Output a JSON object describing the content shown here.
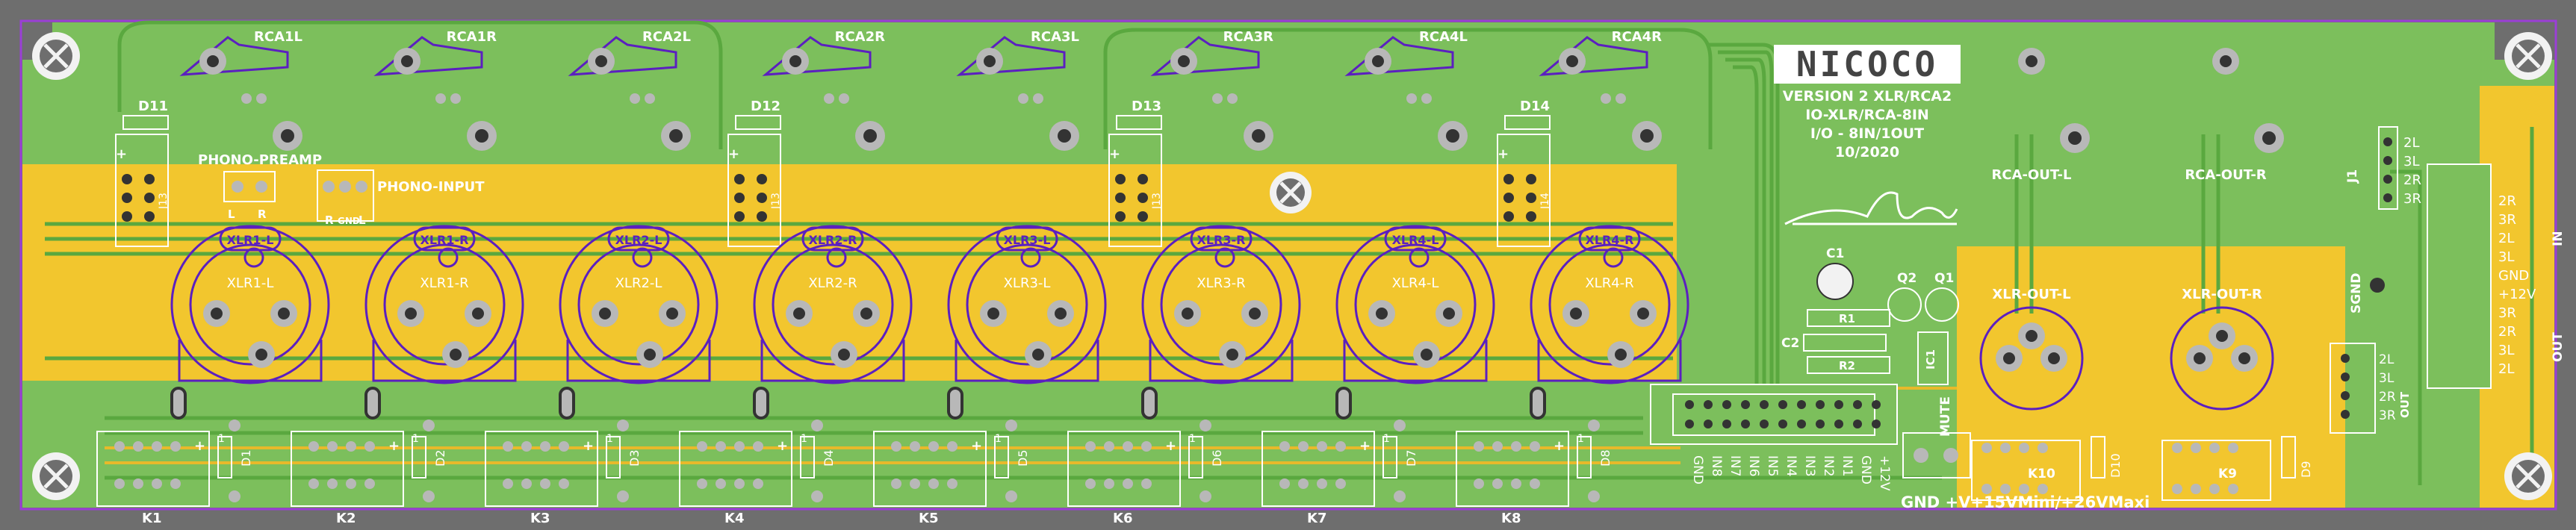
{
  "board": {
    "colors": {
      "background": "#6e6e6e",
      "board_green": "#7cbf5c",
      "copper_yellow": "#f2c62e",
      "silk_white": "#ffffff",
      "outline_violet": "#6a2fd0",
      "pad_grey": "#b8b8b8",
      "pad_dark": "#333333",
      "trace_green": "#5aa83f"
    },
    "rca_inputs": [
      "RCA1L",
      "RCA1R",
      "RCA2L",
      "RCA2R",
      "RCA3L",
      "RCA3R",
      "RCA4L",
      "RCA4R"
    ],
    "diodes_top": [
      "D11",
      "D12",
      "D13",
      "D14"
    ],
    "top_connectors": [
      "J13",
      "J13",
      "J13",
      "J14"
    ],
    "phono": {
      "preamp_label": "PHONO-PREAMP",
      "input_label": "PHONO-INPUT",
      "preamp_pins": [
        "L",
        "R"
      ],
      "input_pins": [
        "R",
        "GND",
        "L"
      ]
    },
    "xlr_inputs": [
      "XLR1-L",
      "XLR1-R",
      "XLR2-L",
      "XLR2-R",
      "XLR3-L",
      "XLR3-R",
      "XLR4-L",
      "XLR4-R"
    ],
    "xlr_tags": [
      "XLR1-L",
      "XLR1-R",
      "XLR2-L",
      "XLR2-R",
      "XLR3-L",
      "XLR3-R",
      "XLR4-L",
      "XLR4-R"
    ],
    "relays": [
      "K1",
      "K2",
      "K3",
      "K4",
      "K5",
      "K6",
      "K7",
      "K8"
    ],
    "relay_diodes": [
      "D1",
      "D2",
      "D3",
      "D4",
      "D5",
      "D6",
      "D7",
      "D8"
    ],
    "logo_text": "NICOCO",
    "version_lines": [
      "VERSION 2 XLR/RCA2",
      "IO-XLR/RCA-8IN",
      "I/O - 8IN/1OUT",
      "10/2020"
    ],
    "rca_outputs": [
      "RCA-OUT-L",
      "RCA-OUT-R"
    ],
    "xlr_outputs": [
      "XLR-OUT-L",
      "XLR-OUT-R"
    ],
    "output_relays": [
      "K10",
      "K9"
    ],
    "output_diodes": [
      "D10",
      "D9"
    ],
    "components": {
      "c1": "C1",
      "c2": "C2",
      "r1": "R1",
      "r2": "R2",
      "q1": "Q1",
      "q2": "Q2",
      "ic1": "IC1",
      "mute": "MUTE"
    },
    "j1": {
      "label": "J1",
      "pins": [
        "2L",
        "3L",
        "2R",
        "3R"
      ],
      "group": "IN"
    },
    "control_header_labels": [
      "GND",
      "IN8",
      "IN7",
      "IN6",
      "IN5",
      "IN4",
      "IN3",
      "IN2",
      "IN1",
      "GND",
      "+12V"
    ],
    "power_label": "GND +V+15VMini/+26VMaxi",
    "side_in_labels": [
      "2R",
      "3R",
      "2L",
      "3L",
      "GND",
      "+12V"
    ],
    "side_in_group": "IN",
    "side_out_labels": [
      "3R",
      "2R",
      "3L",
      "2L"
    ],
    "side_out_group": "OUT",
    "sgnd_label": "SGND",
    "small_out_labels": [
      "2L",
      "3L",
      "2R",
      "3R"
    ],
    "small_out_group": "OUT",
    "relay_pin_label": "1",
    "plus_mark": "+"
  }
}
